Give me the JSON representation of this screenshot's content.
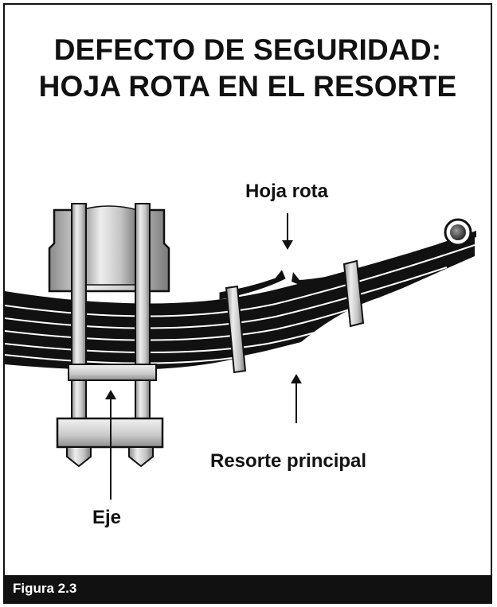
{
  "title": {
    "line1": "DEFECTO DE SEGURIDAD:",
    "line2": "HOJA ROTA EN EL RESORTE"
  },
  "labels": {
    "broken_leaf": "Hoja rota",
    "main_spring": "Resorte principal",
    "axle": "Eje"
  },
  "figure_caption": "Figura 2.3",
  "colors": {
    "ink": "#111111",
    "metal_light": "#e0e0e0",
    "metal_mid": "#b8b8b8",
    "caption_bg": "#111111",
    "caption_text": "#ffffff"
  }
}
